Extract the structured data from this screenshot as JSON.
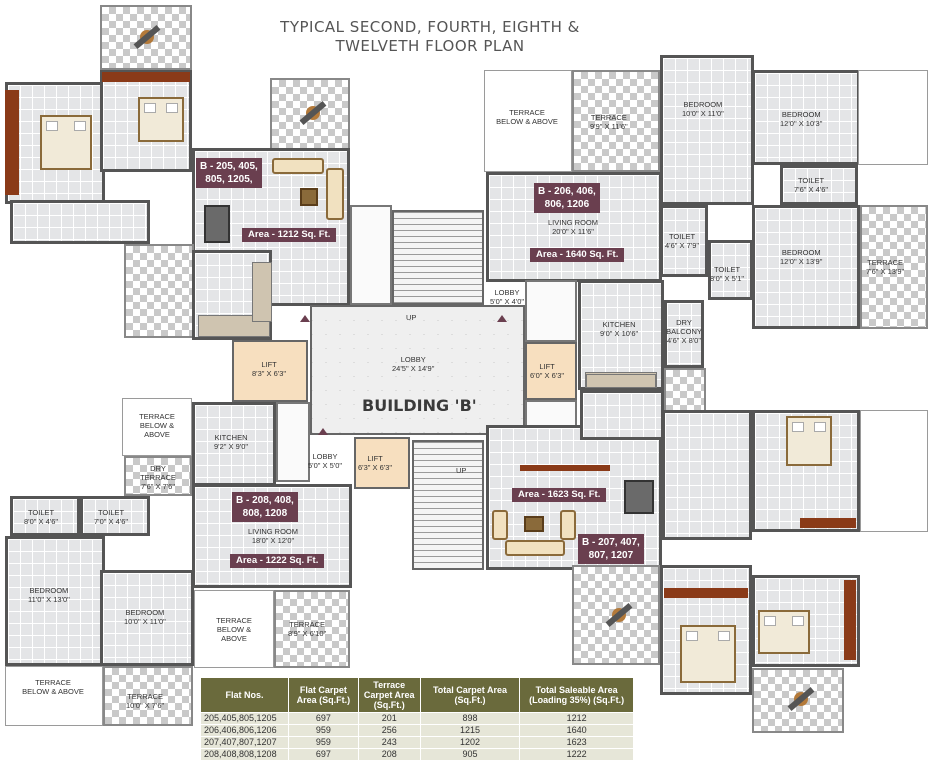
{
  "title": [
    "TYPICAL SECOND, FOURTH, EIGHTH &",
    "TWELVETH FLOOR PLAN"
  ],
  "building": "BUILDING 'B'",
  "core": {
    "lobby_main": {
      "name": "LOBBY",
      "dim": "24'5\" X 14'9\""
    },
    "lobby_ne": {
      "name": "LOBBY",
      "dim": "5'0\" X 4'0\""
    },
    "lobby_sw": {
      "name": "LOBBY",
      "dim": "5'0\" X 5'0\""
    },
    "lift_w": {
      "name": "LIFT",
      "dim": "8'3\" X 6'3\""
    },
    "lift_e": {
      "name": "LIFT",
      "dim": "6'0\" X 6'3\""
    },
    "lift_s": {
      "name": "LIFT",
      "dim": "6'3\" X 6'3\""
    },
    "up1": "UP",
    "up2": "UP"
  },
  "flats": {
    "nw": {
      "tag": [
        "B - 205, 405,",
        "805, 1205,"
      ],
      "area": "Area - 1212 Sq. Ft."
    },
    "ne": {
      "tag": [
        "B - 206, 406,",
        "806, 1206"
      ],
      "area": "Area - 1640 Sq. Ft."
    },
    "sw": {
      "tag": [
        "B - 208, 408,",
        "808, 1208"
      ],
      "area": "Area - 1222 Sq. Ft."
    },
    "se": {
      "tag": [
        "B - 207, 407,",
        "807, 1207"
      ],
      "area": "Area - 1623 Sq. Ft."
    }
  },
  "rooms": {
    "ne_terrace_below": "TERRACE BELOW & ABOVE",
    "ne_terrace": {
      "name": "TERRACE",
      "dim": "9'9\" X 11'6\""
    },
    "ne_bed1": {
      "name": "BEDROOM",
      "dim": "10'0\" X 11'0\""
    },
    "ne_bed2": {
      "name": "BEDROOM",
      "dim": "12'0\" X 10'3\""
    },
    "ne_toilet1": {
      "name": "TOILET",
      "dim": "7'6\" X 4'6\""
    },
    "ne_living": {
      "name": "LIVING ROOM",
      "dim": "20'0\" X 11'6\""
    },
    "ne_toilet2": {
      "name": "TOILET",
      "dim": "4'6\" X 7'9\""
    },
    "ne_toilet3": {
      "name": "TOILET",
      "dim": "8'0\" X 5'1\""
    },
    "ne_bed3": {
      "name": "BEDROOM",
      "dim": "12'0\" X 13'9\""
    },
    "ne_terrace2": {
      "name": "TERRACE",
      "dim": "7'6\" X 13'9\""
    },
    "ne_kitchen": {
      "name": "KITCHEN",
      "dim": "9'0\" X 10'6\""
    },
    "ne_dry": {
      "name": "DRY BALCONY",
      "dim": "4'6\" X 8'0\""
    },
    "sw_terrace_below": "TERRACE BELOW & ABOVE",
    "sw_kitchen": {
      "name": "KITCHEN",
      "dim": "9'2\" X 9'0\""
    },
    "sw_dry": {
      "name": "DRY TERRACE",
      "dim": "7'6\" X 7'6\""
    },
    "sw_toilet1": {
      "name": "TOILET",
      "dim": "8'0\" X 4'6\""
    },
    "sw_toilet2": {
      "name": "TOILET",
      "dim": "7'0\" X 4'6\""
    },
    "sw_living": {
      "name": "LIVING ROOM",
      "dim": "18'0\" X 12'0\""
    },
    "sw_bed1": {
      "name": "BEDROOM",
      "dim": "11'0\" X 13'0\""
    },
    "sw_bed2": {
      "name": "BEDROOM",
      "dim": "10'0\" X 11'0\""
    },
    "sw_terrace_below2": "TERRACE BELOW & ABOVE",
    "sw_terrace": {
      "name": "TERRACE",
      "dim": "8'9\" X 6'10\""
    },
    "sw_terrace_below3": "TERRACE BELOW & ABOVE",
    "sw_terrace2": {
      "name": "TERRACE",
      "dim": "10'0\" X 7'6\""
    }
  },
  "table": {
    "headers": [
      "Flat Nos.",
      "Flat Carpet Area (Sq.Ft.)",
      "Terrace Carpet Area (Sq.Ft.)",
      "Total Carpet Area (Sq.Ft.)",
      "Total Saleable Area (Loading 35%) (Sq.Ft.)"
    ],
    "rows": [
      [
        "205,405,805,1205",
        "697",
        "201",
        "898",
        "1212"
      ],
      [
        "206,406,806,1206",
        "959",
        "256",
        "1215",
        "1640"
      ],
      [
        "207,407,807,1207",
        "959",
        "243",
        "1202",
        "1623"
      ],
      [
        "208,408,808,1208",
        "697",
        "208",
        "905",
        "1222"
      ]
    ]
  }
}
